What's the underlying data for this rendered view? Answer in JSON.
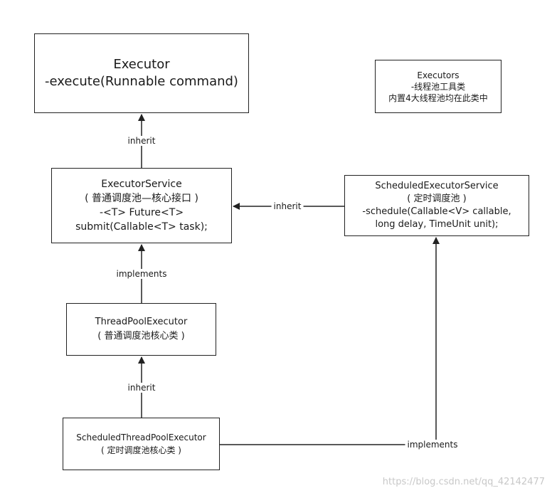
{
  "nodes": {
    "executor": {
      "lines": [
        "Executor",
        "-execute(Runnable command)"
      ]
    },
    "executors_util": {
      "lines": [
        "Executors",
        "-线程池工具类",
        "内置4大线程池均在此类中"
      ]
    },
    "executor_service": {
      "lines": [
        "ExecutorService",
        "( 普通调度池—核心接口 )",
        "-<T> Future<T>",
        "submit(Callable<T> task);"
      ]
    },
    "scheduled_executor_service": {
      "lines": [
        "ScheduledExecutorService",
        "( 定时调度池 )",
        "-schedule(Callable<V> callable,",
        "long delay, TimeUnit unit);"
      ]
    },
    "thread_pool_executor": {
      "lines": [
        "ThreadPoolExecutor",
        "( 普通调度池核心类 )"
      ]
    },
    "scheduled_thread_pool_executor": {
      "lines": [
        "ScheduledThreadPoolExecutor",
        "( 定时调度池核心类 )"
      ]
    }
  },
  "edges": {
    "es_to_executor": "inherit",
    "ses_to_es": "inherit",
    "tpe_to_es": "implements",
    "stpe_to_tpe": "inherit",
    "stpe_to_ses": "implements"
  },
  "watermark": "https://blog.csdn.net/qq_42142477"
}
